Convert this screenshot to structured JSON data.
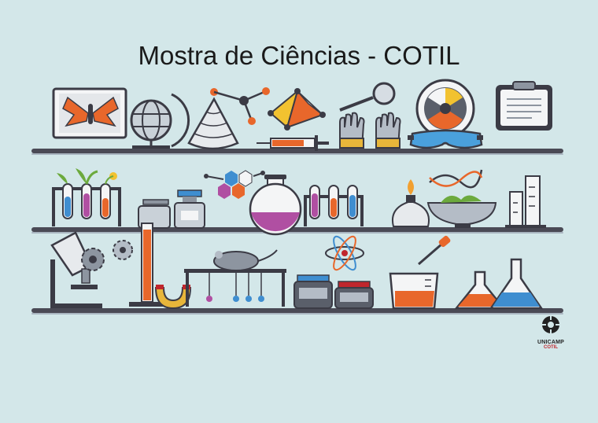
{
  "page": {
    "title": "Mostra de Ciências - COTIL"
  },
  "logo": {
    "line1": "UNICAMP",
    "line2": "COTIL"
  },
  "colors": {
    "background": "#d3e7e9",
    "shelf": "#4a4a55",
    "orange": "#e8672b",
    "purple": "#b04fa2",
    "blue": "#3f8ed0",
    "red": "#c0262d",
    "yellow": "#f2c230",
    "grey": "#8d95a0"
  }
}
